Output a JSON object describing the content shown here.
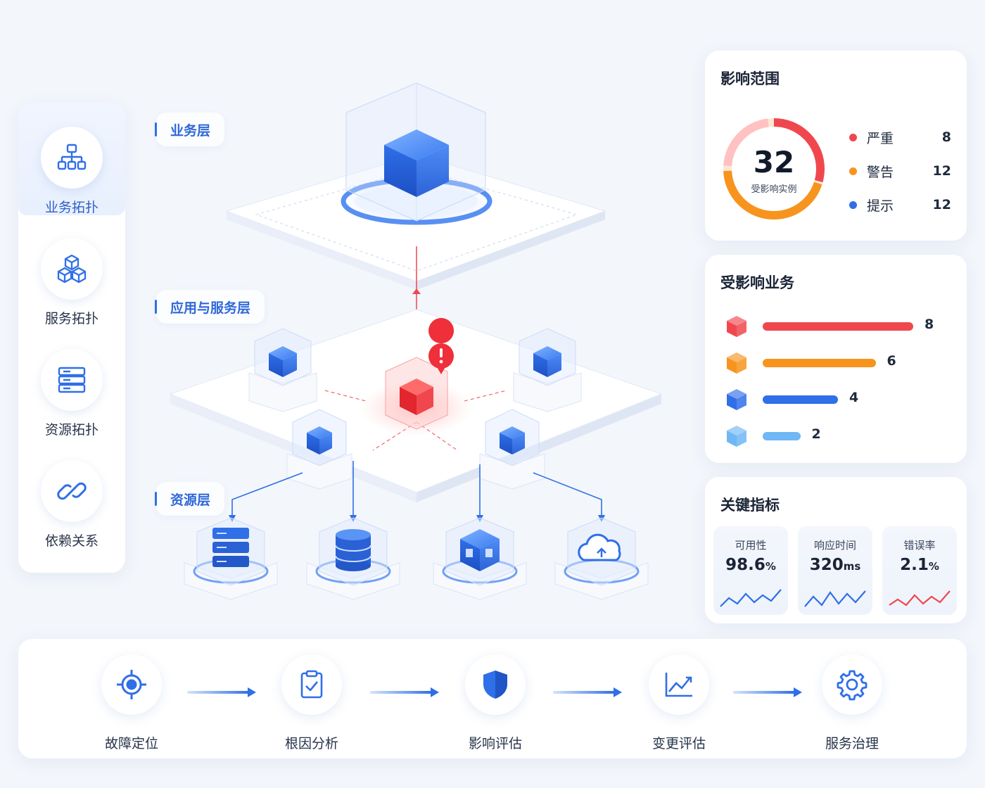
{
  "sidebar": {
    "items": [
      {
        "label": "业务拓扑",
        "icon": "hierarchy-icon",
        "active": true
      },
      {
        "label": "服务拓扑",
        "icon": "cubes-icon",
        "active": false
      },
      {
        "label": "资源拓扑",
        "icon": "server-icon",
        "active": false
      },
      {
        "label": "依赖关系",
        "icon": "link-icon",
        "active": false
      }
    ]
  },
  "topology": {
    "layers": [
      "业务层",
      "应用与服务层",
      "资源层"
    ],
    "alert_icon": "alert-icon",
    "resource_icons": [
      "server-stack-icon",
      "database-icon",
      "container-icon",
      "cloud-icon"
    ]
  },
  "impact_scope": {
    "title": "影响范围",
    "total": "32",
    "total_label": "受影响实例",
    "items": [
      {
        "label": "严重",
        "value": "8",
        "color": "#f0474f"
      },
      {
        "label": "警告",
        "value": "12",
        "color": "#f7941d"
      },
      {
        "label": "提示",
        "value": "12",
        "color": "#2f6fe8"
      }
    ]
  },
  "affected_business": {
    "title": "受影响业务",
    "bars": [
      {
        "value": "8",
        "color": "#f0474f",
        "fraction": 1.0
      },
      {
        "value": "6",
        "color": "#f7941d",
        "fraction": 0.75
      },
      {
        "value": "4",
        "color": "#2f6fe8",
        "fraction": 0.5
      },
      {
        "value": "2",
        "color": "#6fb7f5",
        "fraction": 0.25
      }
    ]
  },
  "key_metrics": {
    "title": "关键指标",
    "items": [
      {
        "label": "可用性",
        "value": "98.6",
        "unit": "%",
        "color": "#2f6fe8"
      },
      {
        "label": "响应时间",
        "value": "320",
        "unit": "ms",
        "color": "#2f6fe8"
      },
      {
        "label": "错误率",
        "value": "2.1",
        "unit": "%",
        "color": "#f0474f"
      }
    ]
  },
  "flow": {
    "steps": [
      {
        "label": "故障定位",
        "icon": "target-icon"
      },
      {
        "label": "根因分析",
        "icon": "clipboard-check-icon"
      },
      {
        "label": "影响评估",
        "icon": "shield-icon"
      },
      {
        "label": "变更评估",
        "icon": "trend-chart-icon"
      },
      {
        "label": "服务治理",
        "icon": "gear-icon"
      }
    ]
  },
  "colors": {
    "accent": "#2f6fe8",
    "danger": "#f0474f",
    "warning": "#f7941d"
  }
}
